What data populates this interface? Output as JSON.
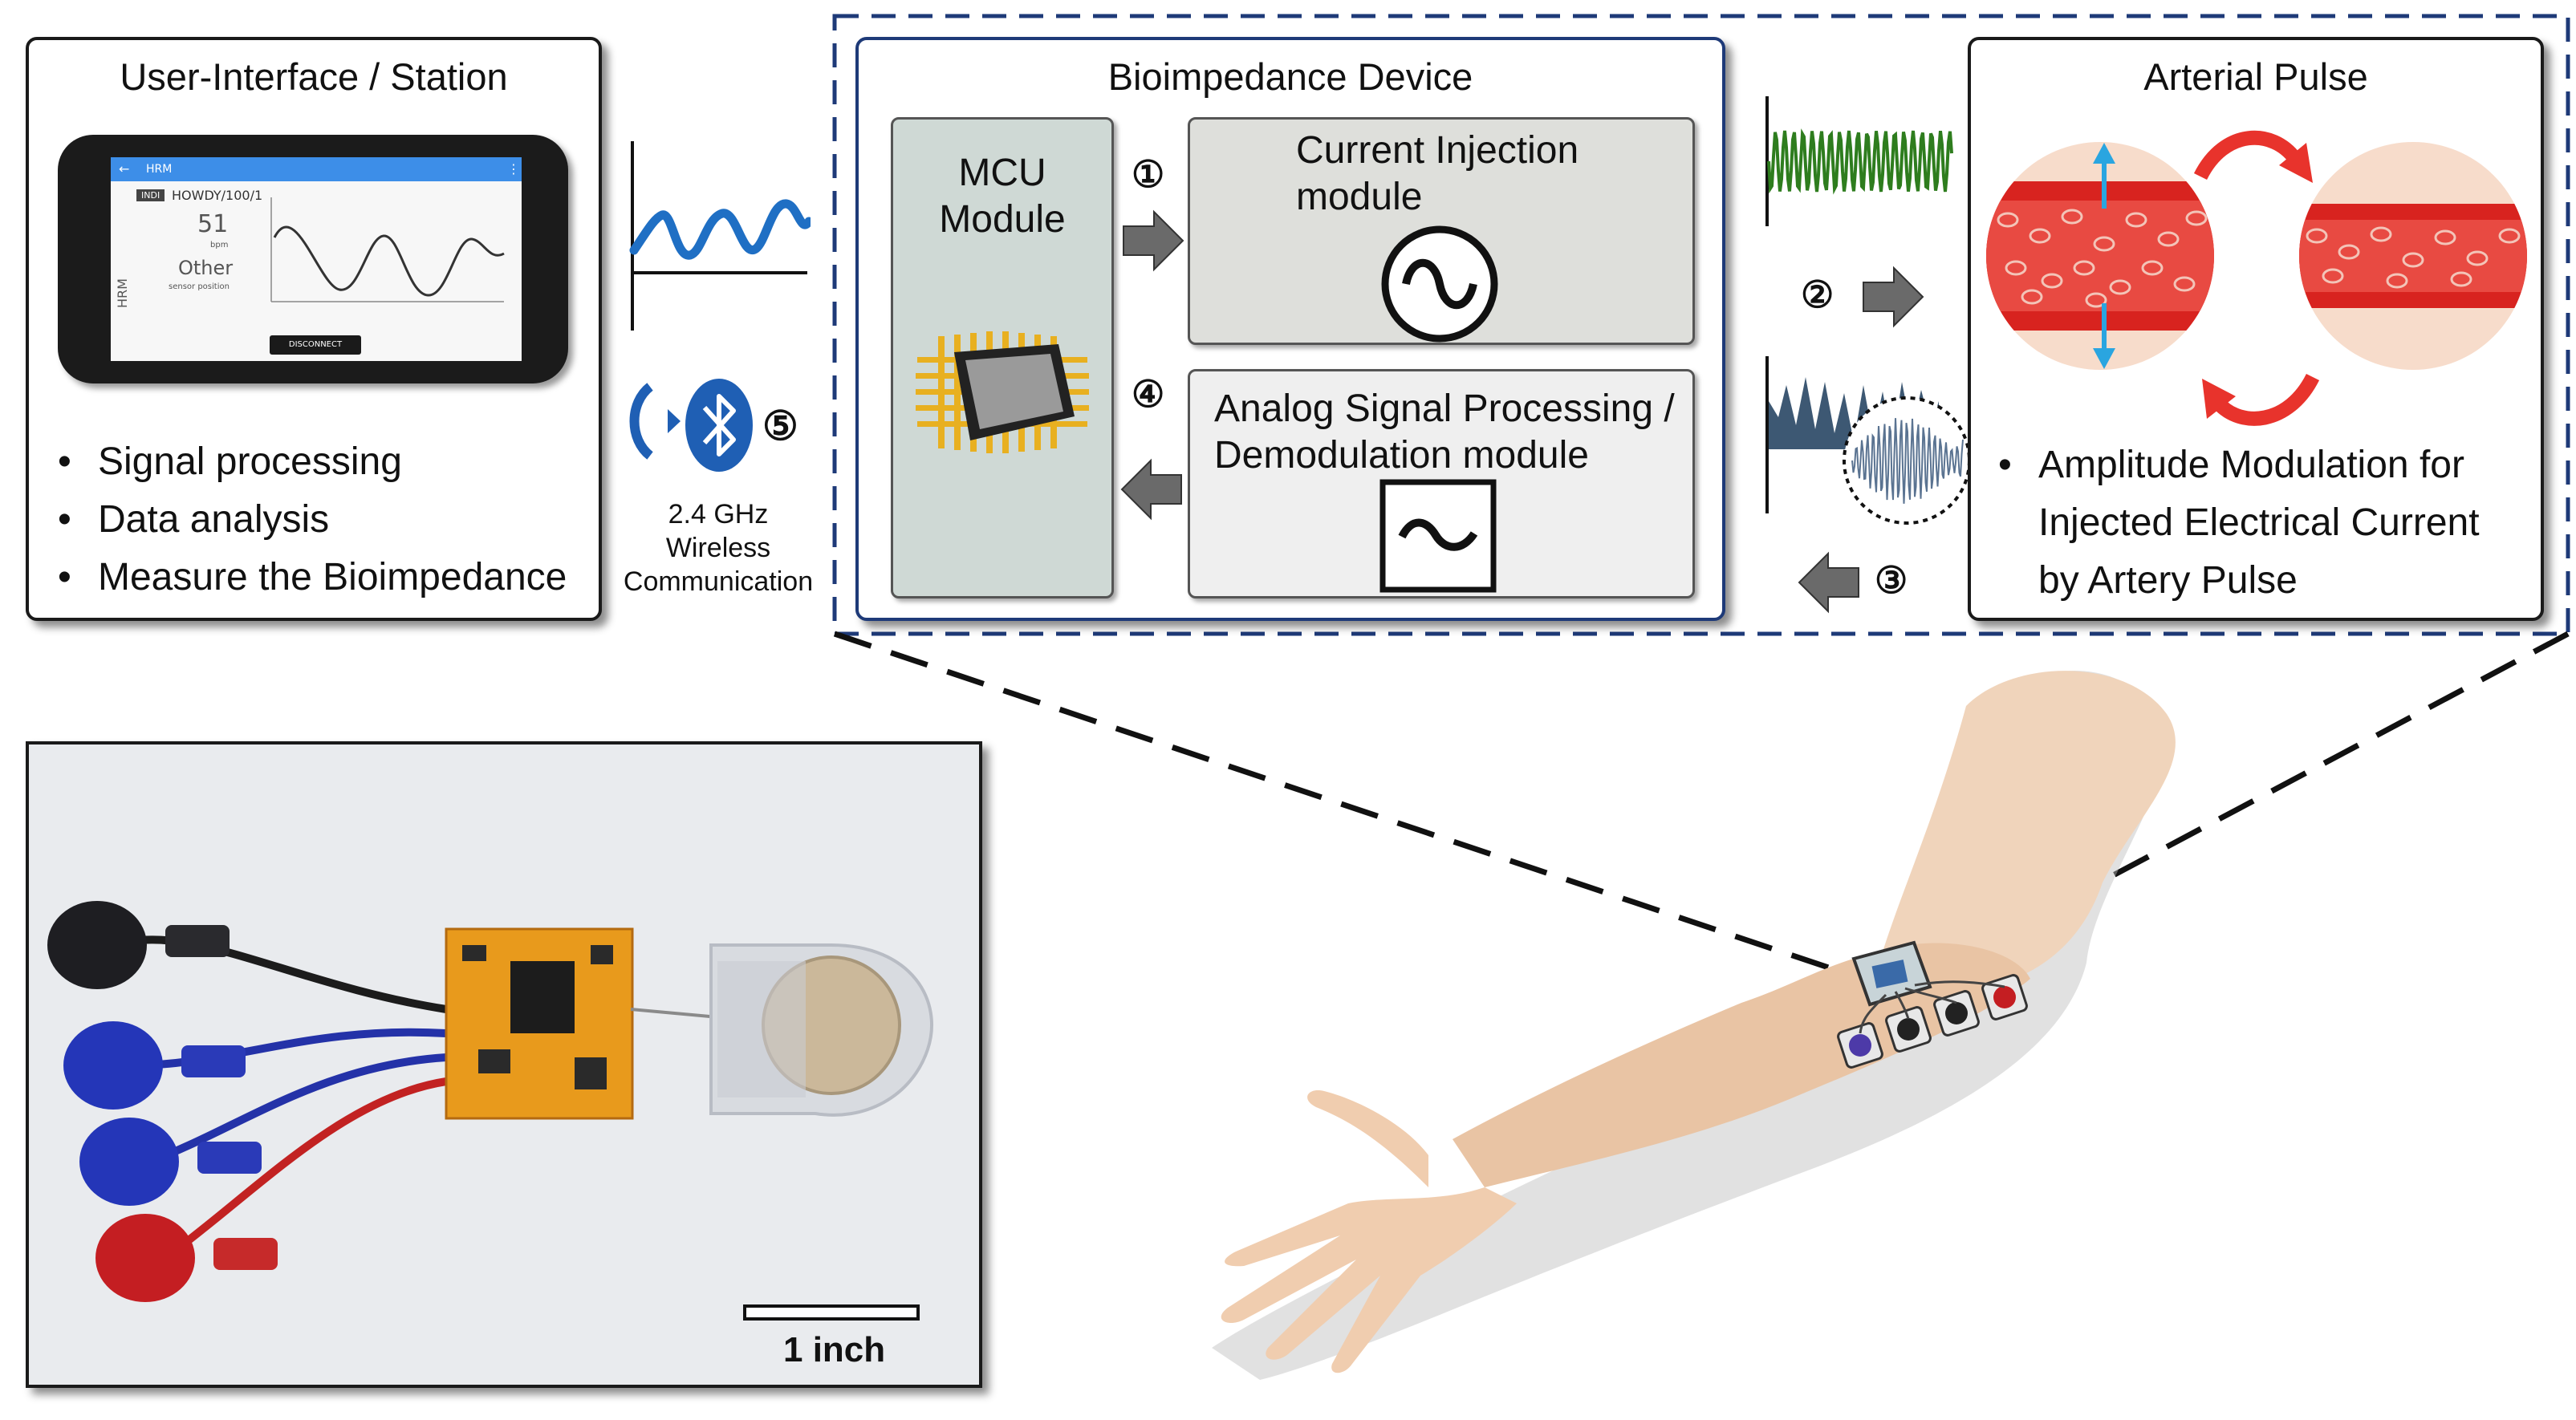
{
  "ui_station": {
    "title": "User-Interface / Station",
    "bullets": [
      "Signal processing",
      "Data analysis",
      "Measure the Bioimpedance"
    ],
    "phone": {
      "app_name": "HRM",
      "device_badge": "INDI",
      "device_name": "HOWDY/100/1",
      "bpm_value": "51",
      "bpm_unit": "bpm",
      "sensor_value": "Other",
      "sensor_label": "sensor position",
      "side_label": "HRM",
      "disconnect_label": "DISCONNECT"
    }
  },
  "wireless": {
    "step": "⑤",
    "line1": "2.4 GHz",
    "line2": "Wireless",
    "line3": "Communication"
  },
  "device": {
    "title": "Bioimpedance Device",
    "mcu_line1": "MCU",
    "mcu_line2": "Module",
    "step1": "①",
    "step4": "④",
    "injection_line1": "Current Injection",
    "injection_line2": "module",
    "processing_line1": "Analog Signal Processing /",
    "processing_line2": "Demodulation module"
  },
  "signals": {
    "step2": "②",
    "step3": "③"
  },
  "pulse": {
    "title": "Arterial Pulse",
    "bullet_line1": "Amplitude Modulation for",
    "bullet_line2": "Injected Electrical Current",
    "bullet_line3": "by Artery Pulse"
  },
  "photo": {
    "scale_label": "1 inch"
  },
  "colors": {
    "blue_signal": "#1f6fc4",
    "green_signal": "#2e7d1e",
    "artery_red": "#d8231f",
    "pcb_orange": "#e89a1c",
    "dashed_border": "#1e3a78"
  }
}
